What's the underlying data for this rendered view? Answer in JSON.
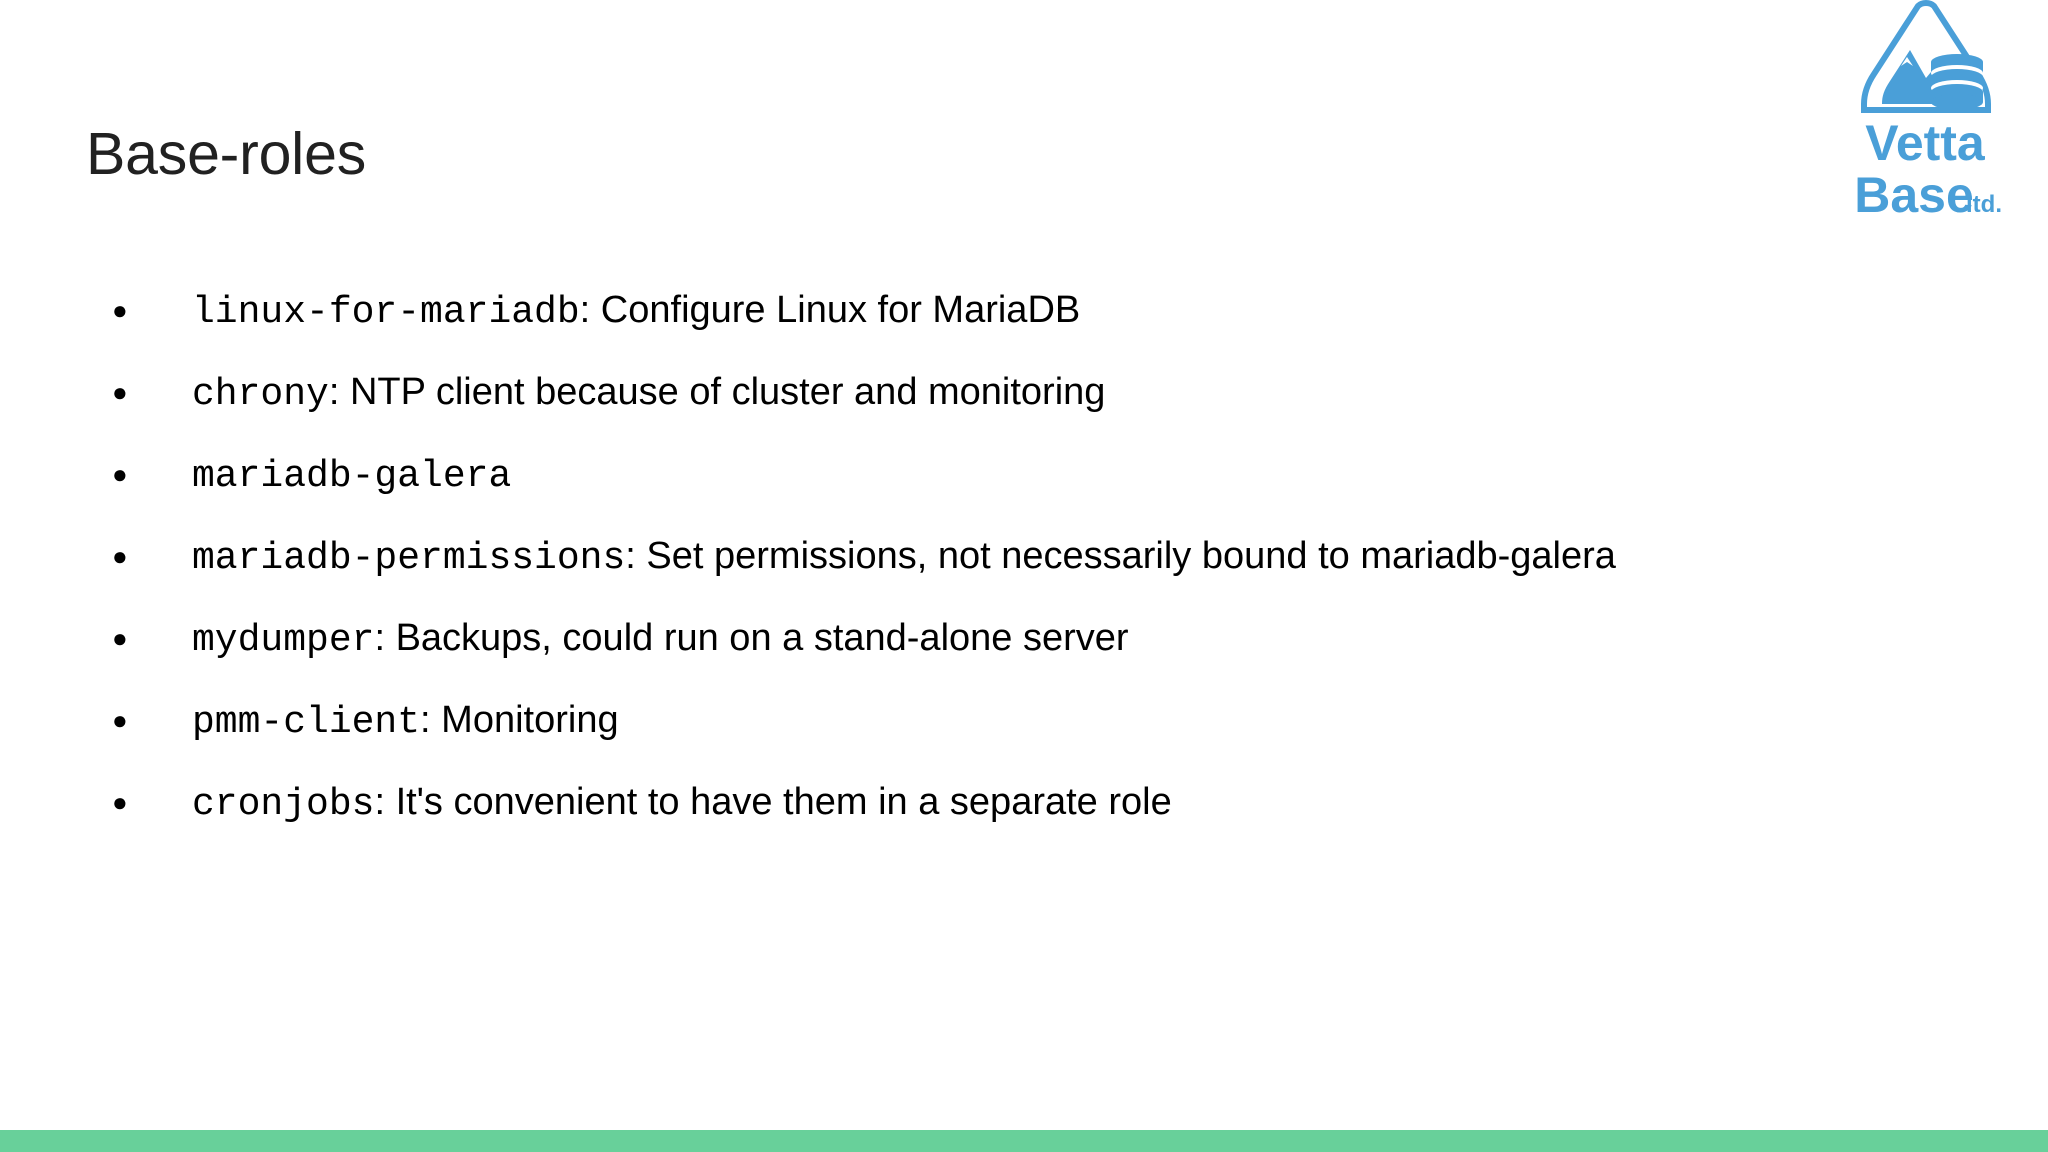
{
  "slide": {
    "title": "Base-roles",
    "background_color": "#ffffff",
    "accent_color": "#68d09a",
    "brand_color": "#4a9fd8"
  },
  "logo": {
    "name": "vettabase-logo",
    "line1": "Vetta",
    "line2": "Base",
    "suffix": "ltd.",
    "color": "#4a9fd8"
  },
  "bullets": [
    {
      "marker": "●",
      "role": "linux-for-mariadb",
      "separator": ": ",
      "description": "Configure Linux for MariaDB"
    },
    {
      "marker": "●",
      "role": "chrony",
      "separator": ": ",
      "description": "NTP client because of cluster and monitoring"
    },
    {
      "marker": "●",
      "role": "mariadb-galera",
      "separator": "",
      "description": ""
    },
    {
      "marker": "●",
      "role": "mariadb-permissions",
      "separator": ": ",
      "description": "Set permissions, not necessarily bound to mariadb-galera"
    },
    {
      "marker": "●",
      "role": "mydumper",
      "separator": ": ",
      "description": "Backups, could run on a stand-alone server"
    },
    {
      "marker": "●",
      "role": "pmm-client",
      "separator": ": ",
      "description": "Monitoring"
    },
    {
      "marker": "●",
      "role": "cronjobs",
      "separator": ": ",
      "description": "It's convenient to have them in a separate role"
    }
  ]
}
